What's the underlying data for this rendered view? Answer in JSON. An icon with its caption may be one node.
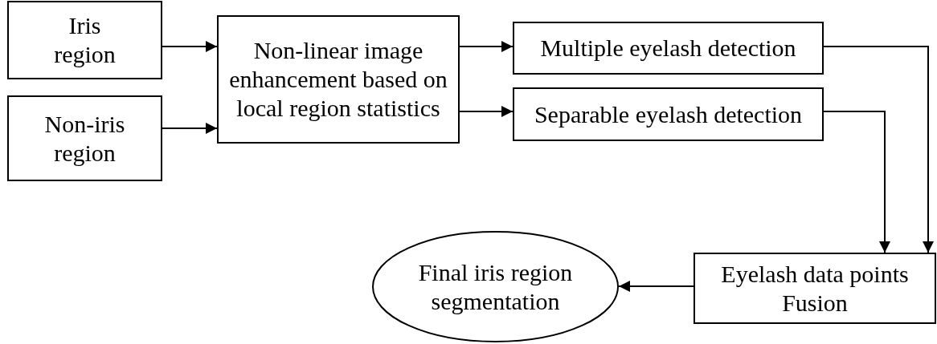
{
  "diagram": {
    "nodes": [
      {
        "text": [
          "Iris region"
        ]
      },
      {
        "text": [
          "Non-iris region"
        ]
      },
      {
        "text": [
          "Non-linear image enhancement based on local region statistics"
        ]
      },
      {
        "text": [
          "Multiple eyelash detection"
        ]
      },
      {
        "text": [
          "Separable eyelash detection"
        ]
      },
      {
        "text": [
          "Eyelash data points Fusion"
        ]
      },
      {
        "text": [
          "Final iris region segmentation"
        ]
      }
    ],
    "edges": [
      {
        "from": 0,
        "to": 2,
        "arrow": "to"
      },
      {
        "from": 1,
        "to": 2,
        "arrow": "to"
      },
      {
        "from": 2,
        "to": 3,
        "arrow": "to"
      },
      {
        "from": 2,
        "to": 4,
        "arrow": "to"
      },
      {
        "from": 3,
        "to": 5,
        "arrow": "to"
      },
      {
        "from": 4,
        "to": 5,
        "arrow": "to"
      },
      {
        "from": 5,
        "to": 6,
        "arrow": "to"
      }
    ]
  }
}
